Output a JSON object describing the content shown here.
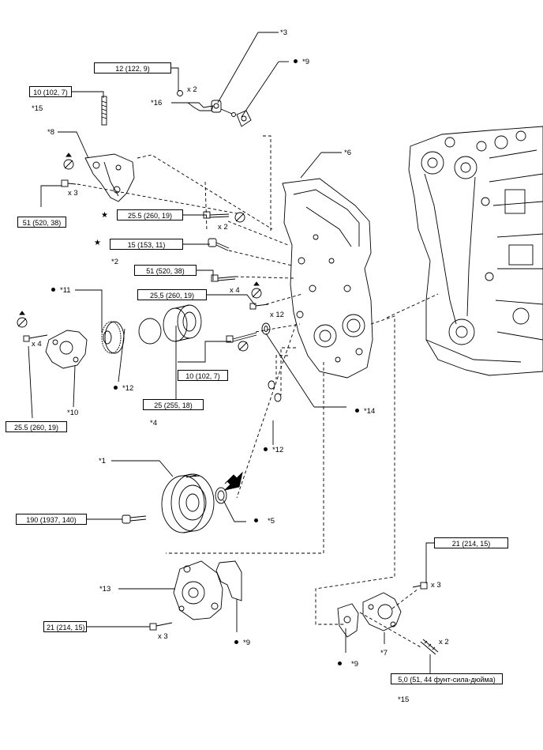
{
  "torque_specs": {
    "t12_122_9": "12 (122, 9)",
    "t10_102_7_top": "10 (102, 7)",
    "t51_520_38_left": "51 (520, 38)",
    "t25_5_260_19_a": "25.5 (260, 19)",
    "t15_153_11": "15 (153, 11)",
    "t51_520_38_mid": "51 (520, 38)",
    "t25_5_260_19_b": "25,5 (260, 19)",
    "t10_102_7_mid": "10 (102, 7)",
    "t25_255_18": "25 (255, 18)",
    "t25_5_260_19_c": "25.5 (260, 19)",
    "t190": "190 (1937, 140)",
    "t21_214_15_right": "21 (214, 15)",
    "t21_214_15_left": "21 (214, 15)",
    "t5_0": "5,0 (51, 44 фунт-сила-дюйма)"
  },
  "callouts": {
    "c3": "*3",
    "c9_top": "*9",
    "c16": "*16",
    "c15_top": "*15",
    "c8": "*8",
    "c6": "*6",
    "c2": "*2",
    "c11": "*11",
    "c12_left": "*12",
    "c4": "*4",
    "c10": "*10",
    "c14": "*14",
    "c12_mid": "*12",
    "c1": "*1",
    "c5": "*5",
    "c13": "*13",
    "c9_bottom_mid": "*9",
    "c9_bottom_right": "*9",
    "c7": "*7",
    "c15_bottom": "*15"
  },
  "quantities": {
    "q2_top": "x 2",
    "q3_bracket": "x 3",
    "q2_bolt": "x 2",
    "q4_mid": "x 4",
    "q12": "x 12",
    "q4_left": "x 4",
    "q3_right": "x 3",
    "q3_pump": "x 3",
    "q2_stud": "x 2"
  },
  "symbols": {
    "star_a": "★",
    "star_b": "★"
  }
}
